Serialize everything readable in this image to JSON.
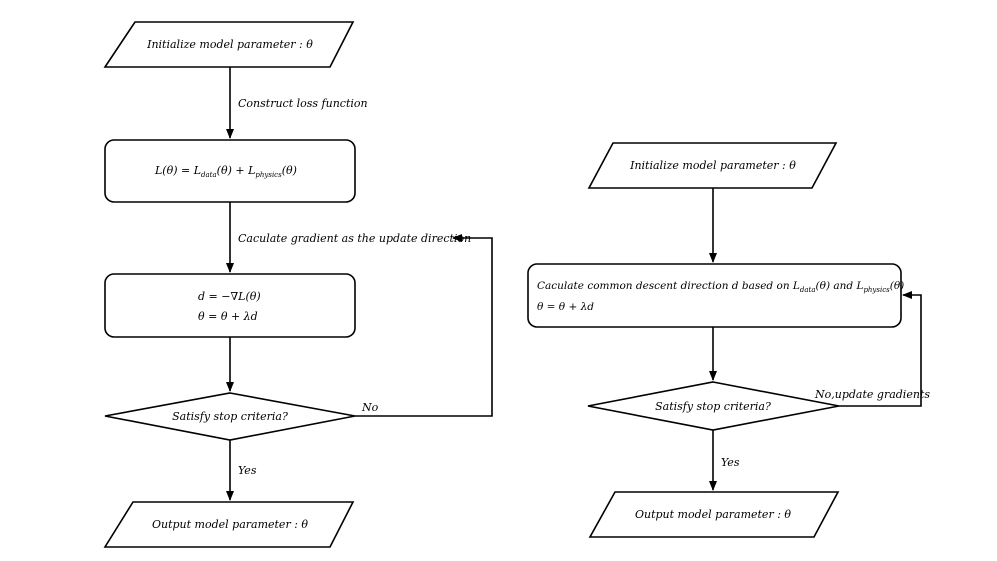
{
  "left": {
    "init_label": "Initialize model parameter : θ",
    "construct_label": "Construct loss function",
    "loss": {
      "lhs": "L(θ) = L",
      "sub1": "data",
      "mid": "(θ) + L",
      "sub2": "physics",
      "end": "(θ)"
    },
    "gradient_label": "Caculate gradient as the update direction",
    "update_line1": "d = −∇L(θ)",
    "update_line2": "θ = θ + λd",
    "decision_label": "Satisfy stop criteria?",
    "no_label": "No",
    "yes_label": "Yes",
    "output_label": "Output model parameter : θ"
  },
  "right": {
    "init_label": "Initialize model parameter : θ",
    "descent": {
      "part1": "Caculate common descent direction d based on L",
      "sub1": "data",
      "part2": "(θ) and L",
      "sub2": "physics",
      "part3": "(θ)"
    },
    "update_line": "θ = θ + λd",
    "decision_label": "Satisfy stop criteria?",
    "no_label": "No,update gradients",
    "yes_label": "Yes",
    "output_label": "Output model parameter : θ"
  }
}
